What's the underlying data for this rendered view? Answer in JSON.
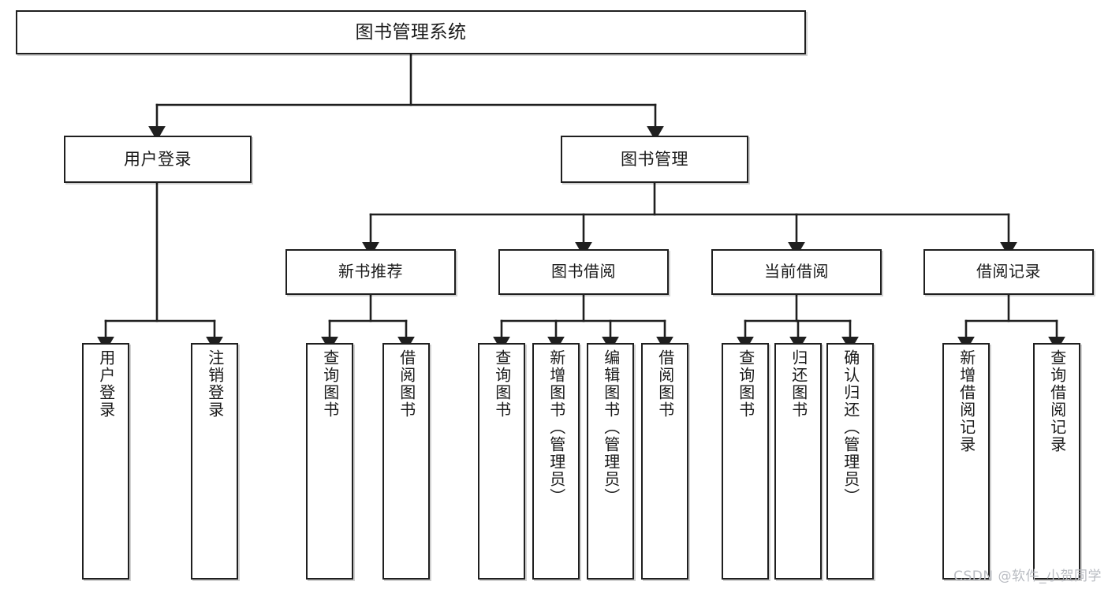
{
  "diagram": {
    "type": "tree",
    "title": "图书管理系统",
    "watermark": "CSDN @软件_小贺同学",
    "colors": {
      "box_border": "#1f1f1f",
      "box_fill": "#ffffff",
      "connector": "#1f1f1f",
      "text": "#1a1a1a",
      "watermark": "#b9bcc2"
    },
    "nodes": {
      "root": "图书管理系统",
      "level2": [
        "用户登录",
        "图书管理"
      ],
      "level3": [
        "新书推荐",
        "图书借阅",
        "当前借阅",
        "借阅记录"
      ],
      "leaves_user_login": [
        "用户登录",
        "注销登录"
      ],
      "leaves_new_book": [
        "查询图书",
        "借阅图书"
      ],
      "leaves_borrow": [
        "查询图书",
        "新增图书（管理员）",
        "编辑图书（管理员）",
        "借阅图书"
      ],
      "leaves_current": [
        "查询图书",
        "归还图书",
        "确认归还（管理员）"
      ],
      "leaves_records": [
        "新增借阅记录",
        "查询借阅记录"
      ]
    }
  }
}
